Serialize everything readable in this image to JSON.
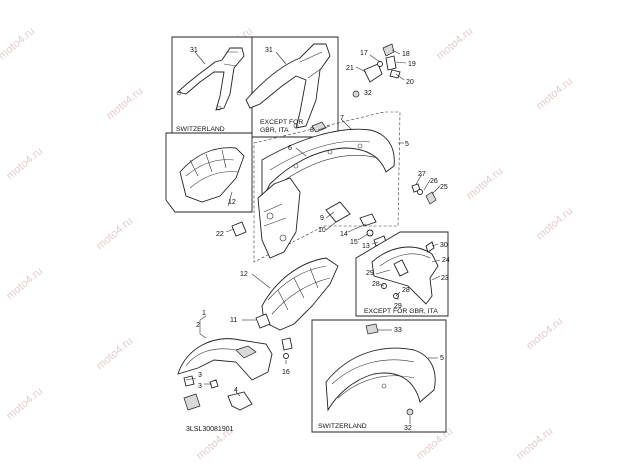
{
  "watermark": "moto4.ru",
  "diagram_code": "3LSL30081901",
  "captions": {
    "switzerland": "SWITZERLAND",
    "except_gbr_ita_line1": "EXCEPT FOR",
    "except_gbr_ita_line2": "GBR, ITA",
    "except_for_gbr_ita": "EXCEPT FOR GBR, ITA"
  },
  "part_numbers": {
    "p31a": "31",
    "p31b": "31",
    "p17": "17",
    "p18": "18",
    "p19": "19",
    "p20": "20",
    "p21": "21",
    "p32a": "32",
    "p8": "8",
    "p7": "7",
    "p5a": "5",
    "p6": "6",
    "p27": "27",
    "p26": "26",
    "p25": "25",
    "p12a": "12",
    "p9": "9",
    "p10": "10",
    "p14": "14",
    "p15": "15",
    "p13": "13",
    "p22": "22",
    "p30": "30",
    "p24": "24",
    "p23": "23",
    "p29a": "29",
    "p28a": "28",
    "p28b": "28",
    "p29b": "29",
    "p12b": "12",
    "p1": "1",
    "p2": "2",
    "p11": "11",
    "p16": "16",
    "p33": "33",
    "p5b": "5",
    "p3a": "3",
    "p3b": "3",
    "p4": "4",
    "p32b": "32"
  }
}
